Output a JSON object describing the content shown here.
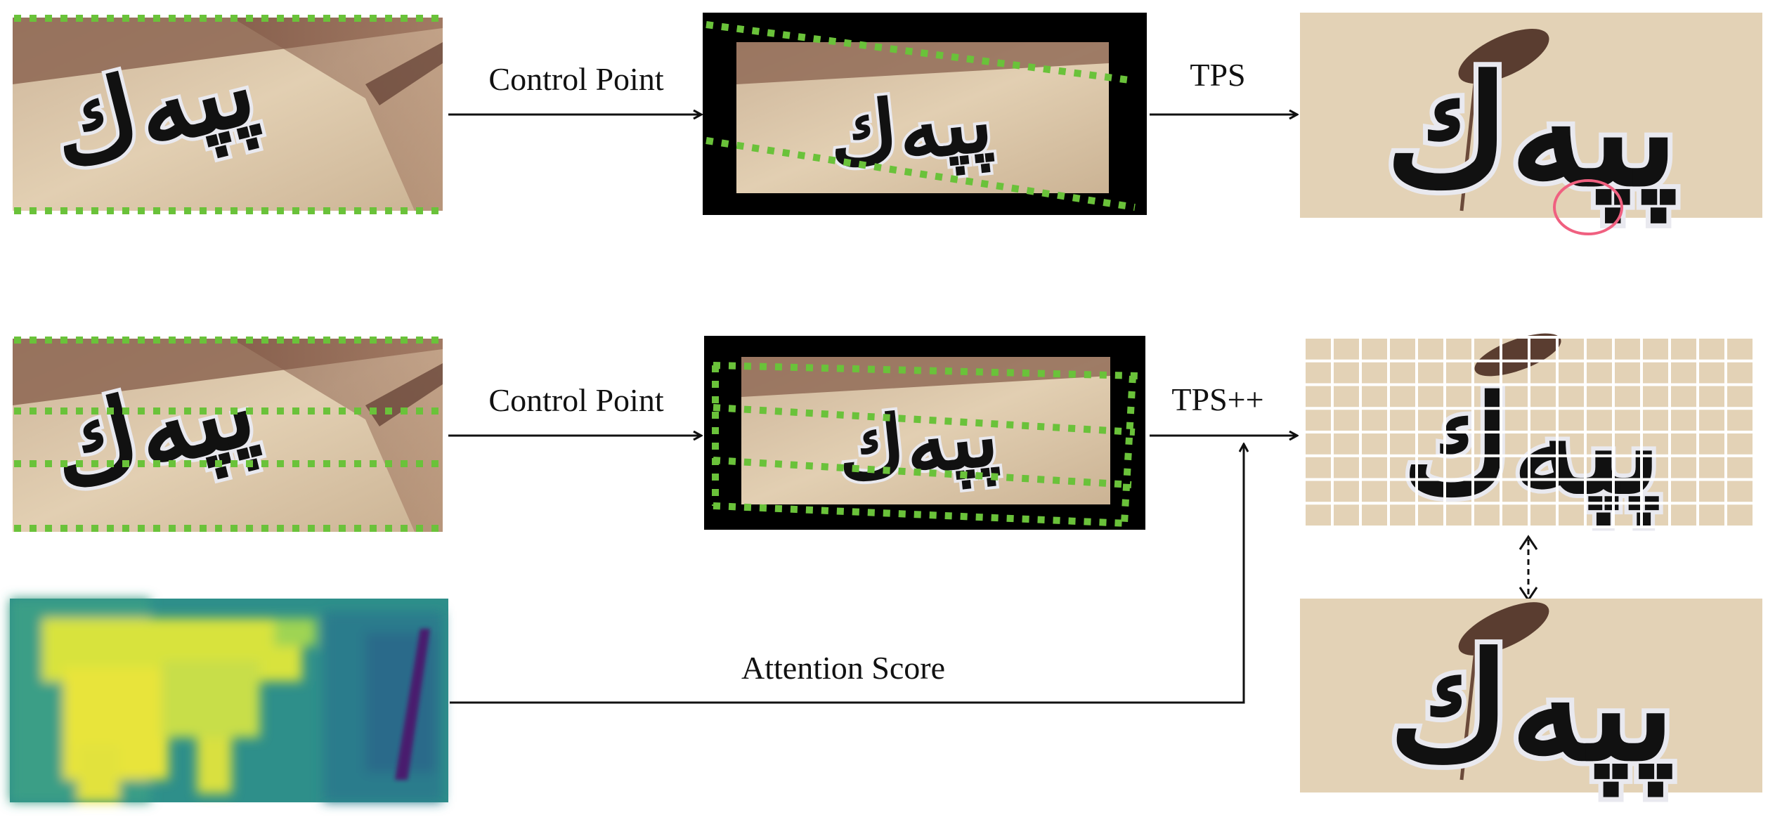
{
  "sign_text": "پپەك",
  "labels": {
    "row1_arrow1": "Control Point",
    "row1_arrow2": "TPS",
    "row2_arrow1": "Control Point",
    "row2_arrow2": "TPS++",
    "attention": "Attention Score"
  },
  "colors": {
    "control_point": "#6ac23a",
    "letters": "#3a55b8",
    "letter_outline": "#e9e9ef",
    "photo_bg": "#dcc7a6",
    "frame": "#000000",
    "highlight_circle": "#f06080",
    "grid_line": "#ffffff"
  }
}
